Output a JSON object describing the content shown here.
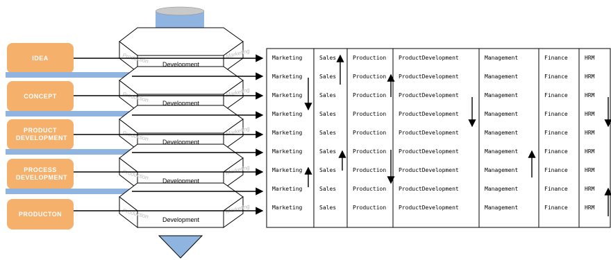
{
  "stages": [
    "IDEA",
    "CONCEPT",
    "PRODUCT DEVELOPMENT",
    "PROCESS DEVELOPMENT",
    "PRODUCTON"
  ],
  "stack_labels": {
    "center": "Development",
    "left": "Production",
    "right": "Marketing"
  },
  "departments": [
    "Marketing",
    "Sales",
    "Production",
    "ProductDevelopment",
    "Management",
    "Finance",
    "HRM"
  ],
  "colors": {
    "stage_fill": "#f5b06c",
    "band_fill": "#8fb4e0",
    "cylinder_fill": "#8fb4e0"
  }
}
